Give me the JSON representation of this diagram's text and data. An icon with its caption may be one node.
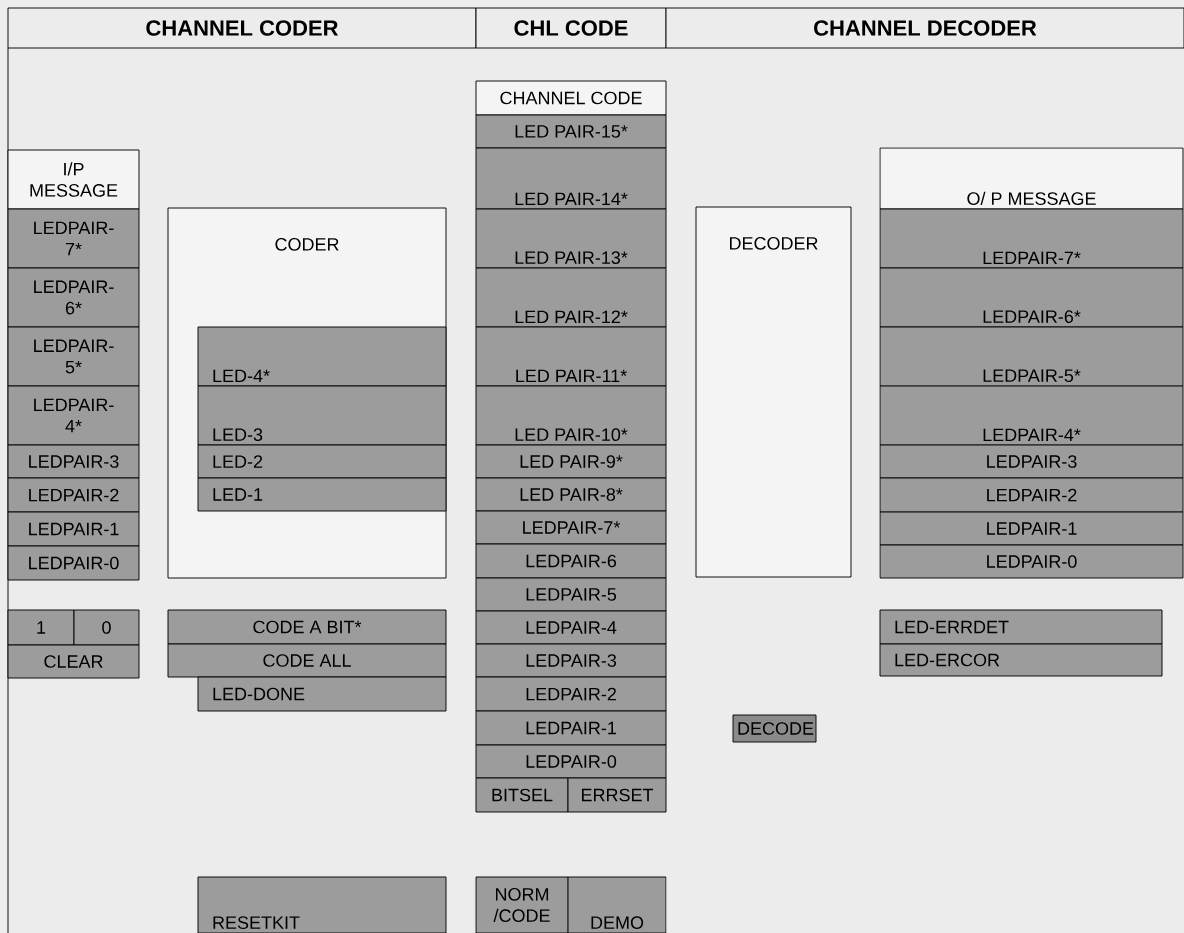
{
  "diagram": {
    "nodes": [
      {
        "text": [
          "CHANNEL CODER"
        ]
      },
      {
        "text": [
          "CHL CODE"
        ]
      },
      {
        "text": [
          "CHANNEL DECODER"
        ]
      },
      {
        "text": [
          "I/P MESSAGE"
        ]
      },
      {
        "text": [
          "LEDPAIR- 7*"
        ]
      },
      {
        "text": [
          "LEDPAIR- 6*"
        ]
      },
      {
        "text": [
          "LEDPAIR- 5*"
        ]
      },
      {
        "text": [
          "LEDPAIR- 4*"
        ]
      },
      {
        "text": [
          "LEDPAIR-3"
        ]
      },
      {
        "text": [
          "LEDPAIR-2"
        ]
      },
      {
        "text": [
          "LEDPAIR-1"
        ]
      },
      {
        "text": [
          "LEDPAIR-0"
        ]
      },
      {
        "text": [
          "1"
        ]
      },
      {
        "text": [
          "0"
        ]
      },
      {
        "text": [
          "CLEAR"
        ]
      },
      {
        "text": [
          "CODER"
        ]
      },
      {
        "text": [
          "LED-4*"
        ],
        "in": 15
      },
      {
        "text": [
          "LED-3"
        ],
        "in": 15
      },
      {
        "text": [
          "LED-2"
        ],
        "in": 15
      },
      {
        "text": [
          "LED-1"
        ],
        "in": 15
      },
      {
        "text": [
          "CODE A BIT*"
        ]
      },
      {
        "text": [
          "CODE ALL"
        ]
      },
      {
        "text": [
          "LED-DONE"
        ]
      },
      {
        "text": [
          "RESETKIT"
        ]
      },
      {
        "text": [
          "CHANNEL CODE"
        ]
      },
      {
        "text": [
          "LED PAIR-15*"
        ]
      },
      {
        "text": [
          "LED PAIR-14*"
        ]
      },
      {
        "text": [
          "LED PAIR-13*"
        ]
      },
      {
        "text": [
          "LED PAIR-12*"
        ]
      },
      {
        "text": [
          "LED PAIR-11*"
        ]
      },
      {
        "text": [
          "LED PAIR-10*"
        ]
      },
      {
        "text": [
          "LED PAIR-9*"
        ]
      },
      {
        "text": [
          "LED PAIR-8*"
        ]
      },
      {
        "text": [
          "LEDPAIR-7*"
        ]
      },
      {
        "text": [
          "LEDPAIR-6"
        ]
      },
      {
        "text": [
          "LEDPAIR-5"
        ]
      },
      {
        "text": [
          "LEDPAIR-4"
        ]
      },
      {
        "text": [
          "LEDPAIR-3"
        ]
      },
      {
        "text": [
          "LEDPAIR-2"
        ]
      },
      {
        "text": [
          "LEDPAIR-1"
        ]
      },
      {
        "text": [
          "LEDPAIR-0"
        ]
      },
      {
        "text": [
          "BITSEL"
        ]
      },
      {
        "text": [
          "ERRSET"
        ]
      },
      {
        "text": [
          "NORM /CODE"
        ]
      },
      {
        "text": [
          "DEMO"
        ]
      },
      {
        "text": [
          "DECODER"
        ]
      },
      {
        "text": [
          "DECODE"
        ]
      },
      {
        "text": [
          "O/ P MESSAGE"
        ]
      },
      {
        "text": [
          "LEDPAIR-7*"
        ]
      },
      {
        "text": [
          "LEDPAIR-6*"
        ]
      },
      {
        "text": [
          "LEDPAIR-5*"
        ]
      },
      {
        "text": [
          "LEDPAIR-4*"
        ]
      },
      {
        "text": [
          "LEDPAIR-3"
        ]
      },
      {
        "text": [
          "LEDPAIR-2"
        ]
      },
      {
        "text": [
          "LEDPAIR-1"
        ]
      },
      {
        "text": [
          "LEDPAIR-0"
        ]
      },
      {
        "text": [
          "LED-ERRDET"
        ]
      },
      {
        "text": [
          "LED-ERCOR"
        ]
      }
    ]
  }
}
